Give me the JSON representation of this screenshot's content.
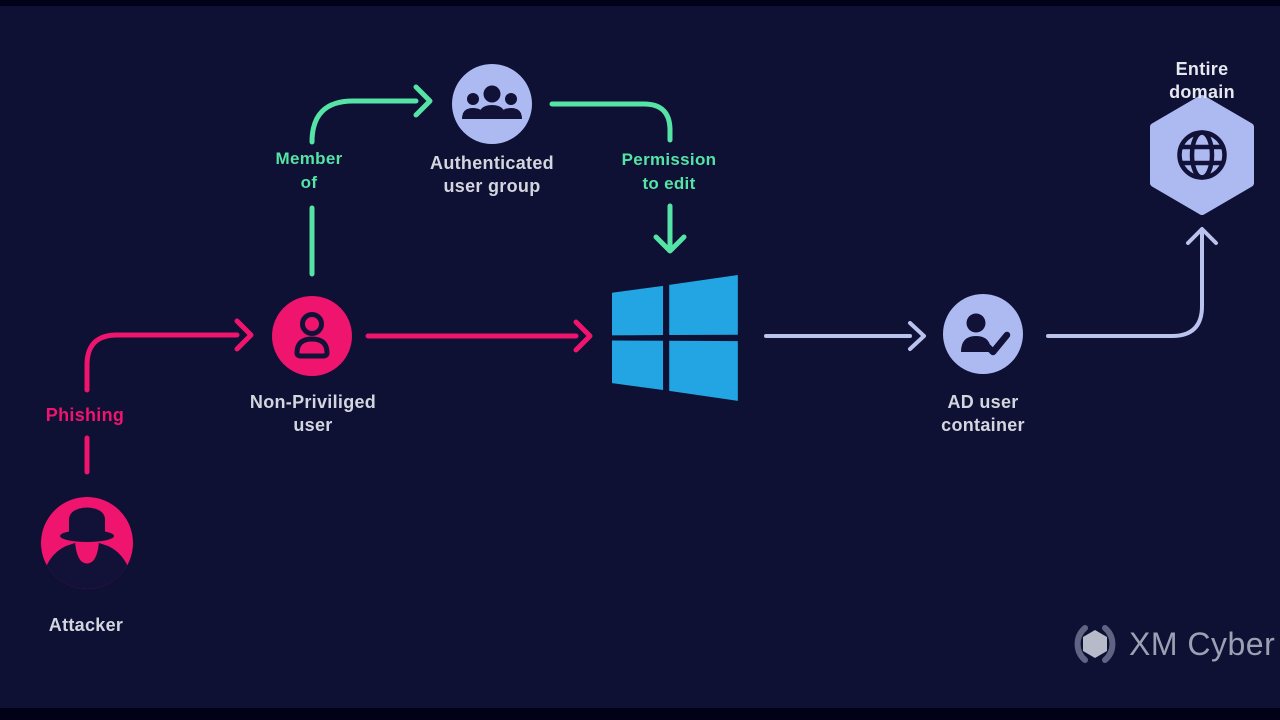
{
  "colors": {
    "background": "#0e1034",
    "letterbox": "#010118",
    "pink": "#ef146e",
    "green": "#55e3a6",
    "lavender_fill": "#adbaf2",
    "lavender_line": "#bac3ee",
    "windows_blue": "#22a5e2",
    "icon_navy": "#121238",
    "node_label": "#d3d5df",
    "domain_label": "#e6e8f0",
    "logo_gray": "#9ba0b2"
  },
  "nodes": {
    "attacker": {
      "label": "Attacker",
      "icon": "spy-icon"
    },
    "non_privileged_user": {
      "label": "Non-Priviliged\nuser",
      "icon": "user-icon"
    },
    "authenticated_user_group": {
      "label": "Authenticated\nuser group",
      "icon": "users-group-icon"
    },
    "windows_host": {
      "icon": "windows-logo-icon"
    },
    "ad_user_container": {
      "label": "AD user\ncontainer",
      "icon": "user-check-icon"
    },
    "entire_domain": {
      "label": "Entire domain",
      "icon": "globe-icon"
    }
  },
  "edges": {
    "phishing": {
      "label": "Phishing",
      "from": "attacker",
      "to": "non_privileged_user",
      "color": "#ef146e"
    },
    "member_of": {
      "label": "Member\nof",
      "from": "non_privileged_user",
      "to": "authenticated_user_group",
      "color": "#55e3a6"
    },
    "permission_to_edit": {
      "label": "Permission\nto edit",
      "from": "authenticated_user_group",
      "to": "windows_host",
      "color": "#55e3a6"
    },
    "user_to_windows": {
      "from": "non_privileged_user",
      "to": "windows_host",
      "color": "#ef146e"
    },
    "windows_to_ad": {
      "from": "windows_host",
      "to": "ad_user_container",
      "color": "#bac3ee"
    },
    "ad_to_domain": {
      "from": "ad_user_container",
      "to": "entire_domain",
      "color": "#bac3ee"
    }
  },
  "branding": {
    "logo_text": "XM Cyber"
  }
}
